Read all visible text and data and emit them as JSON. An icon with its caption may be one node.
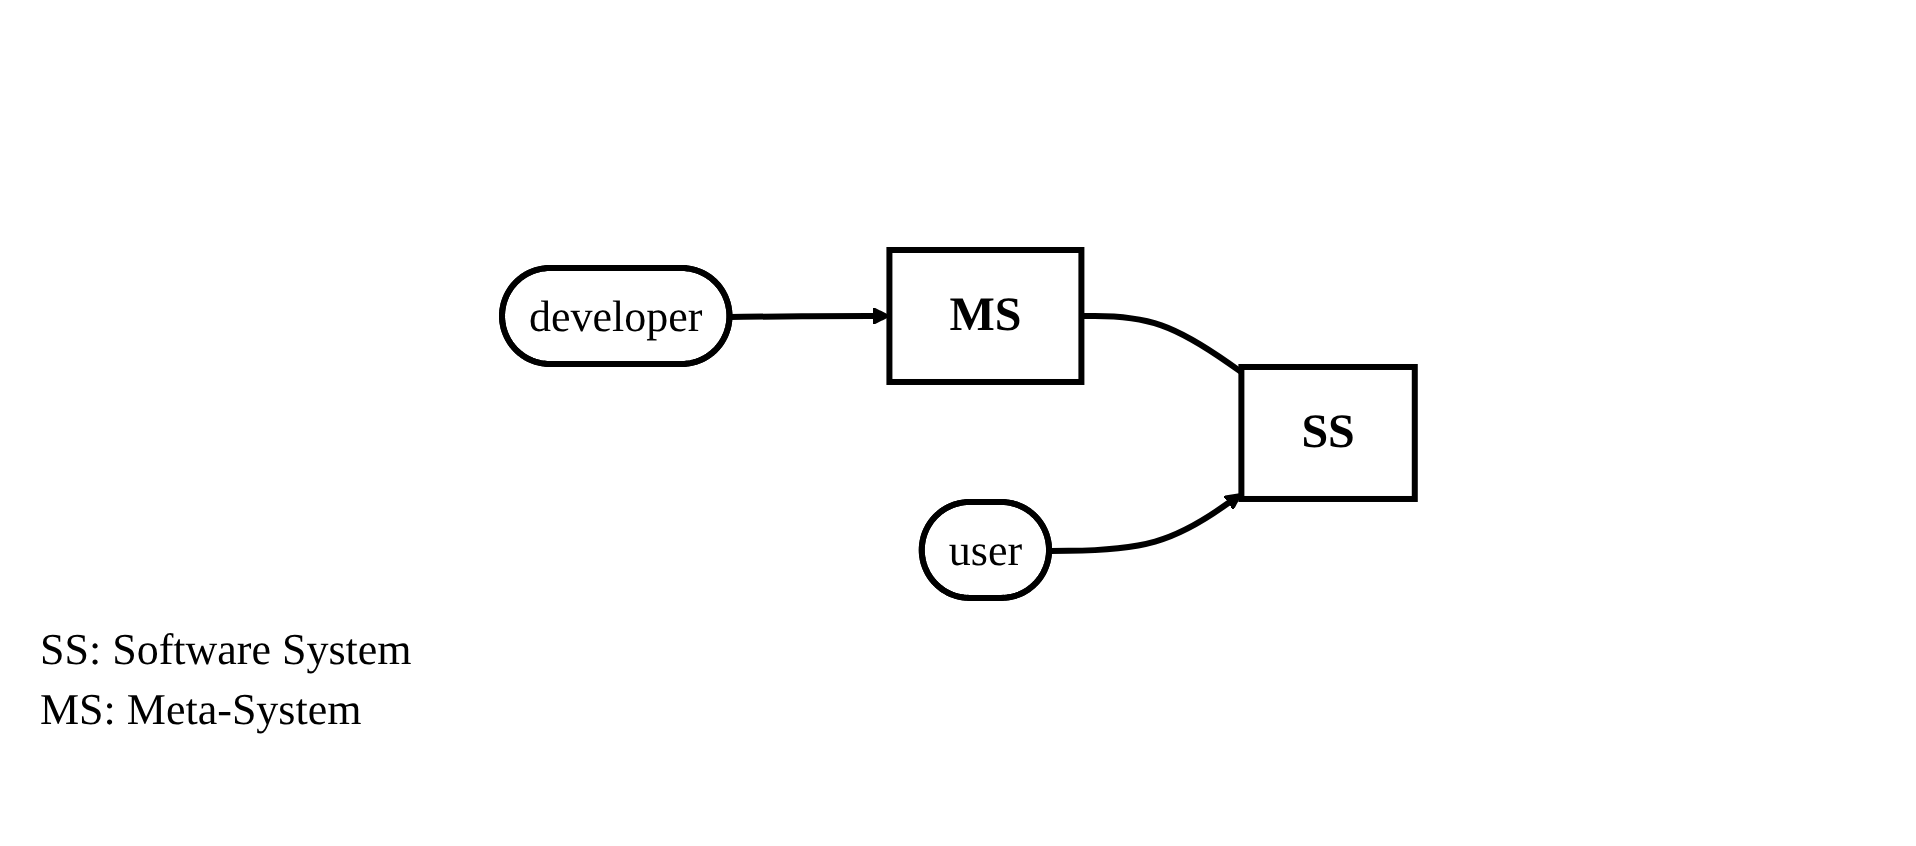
{
  "diagram": {
    "nodes": [
      {
        "text": [
          "developer"
        ]
      },
      {
        "text": [
          "MS"
        ]
      },
      {
        "text": [
          "SS"
        ]
      },
      {
        "text": [
          "user"
        ]
      }
    ],
    "edges": [
      {
        "from": 0,
        "to": 1,
        "arrow": "to"
      },
      {
        "from": 1,
        "to": 2,
        "arrow": "none"
      },
      {
        "from": 3,
        "to": 2,
        "arrow": "to"
      }
    ],
    "labels": [
      "SS: Software System",
      "MS: Meta-System"
    ]
  }
}
